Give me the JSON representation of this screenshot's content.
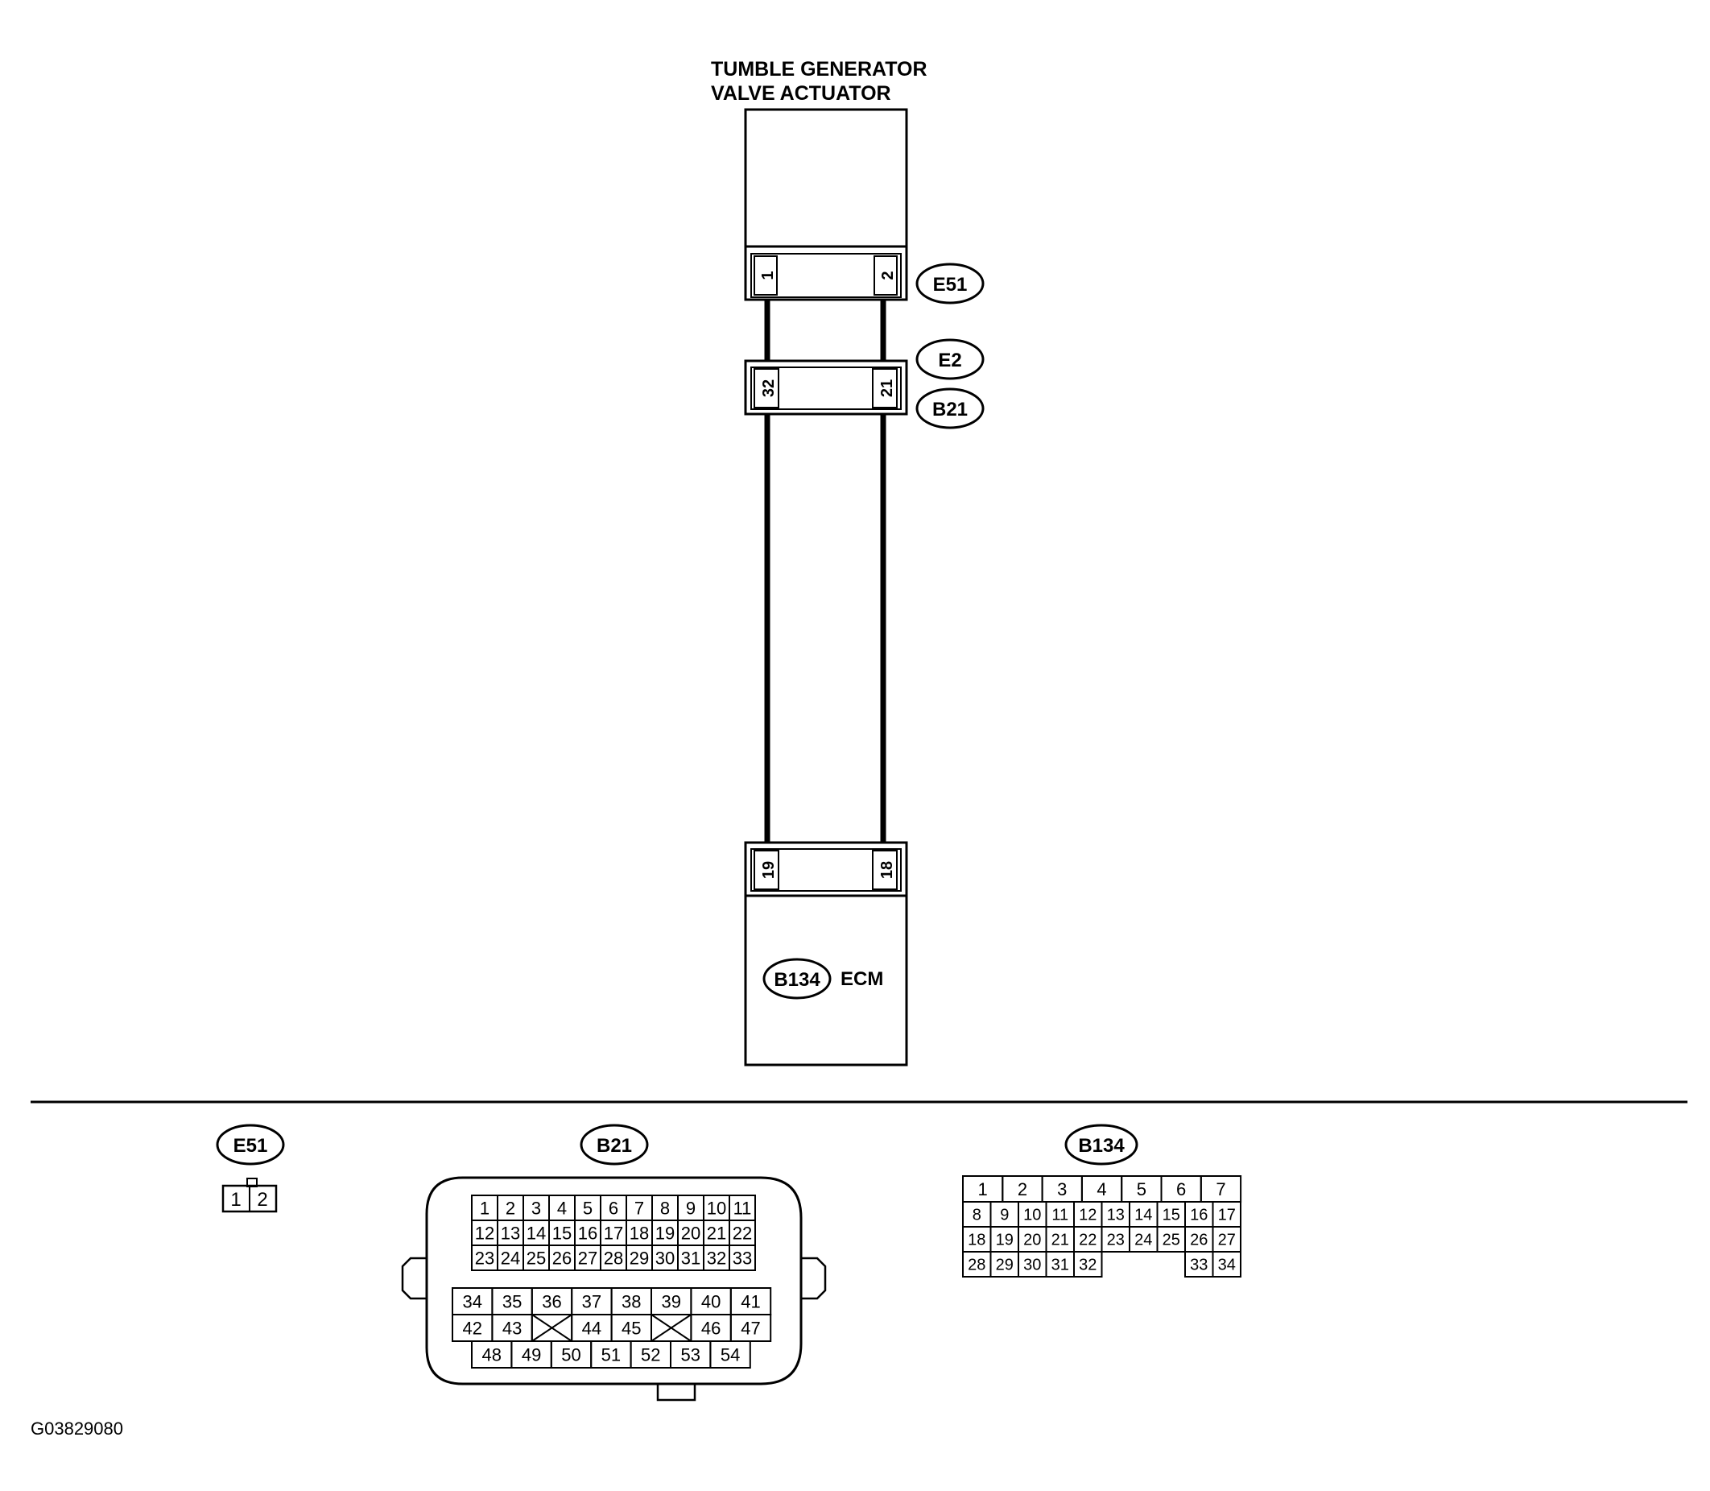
{
  "actuator": {
    "title_line1": "TUMBLE GENERATOR",
    "title_line2": "VALVE ACTUATOR"
  },
  "connectors": {
    "e51": {
      "id": "E51",
      "pin_left": "1",
      "pin_right": "2"
    },
    "e2": {
      "id": "E2"
    },
    "b21": {
      "id": "B21",
      "pin_left": "32",
      "pin_right": "21"
    },
    "b134": {
      "id": "B134",
      "pin_left": "19",
      "pin_right": "18"
    }
  },
  "ecm": {
    "label": "ECM"
  },
  "views": {
    "e51": {
      "id": "E51",
      "pins": [
        "1",
        "2"
      ]
    },
    "b21": {
      "id": "B21",
      "upper_rows": [
        [
          "1",
          "2",
          "3",
          "4",
          "5",
          "6",
          "7",
          "8",
          "9",
          "10",
          "11"
        ],
        [
          "12",
          "13",
          "14",
          "15",
          "16",
          "17",
          "18",
          "19",
          "20",
          "21",
          "22"
        ],
        [
          "23",
          "24",
          "25",
          "26",
          "27",
          "28",
          "29",
          "30",
          "31",
          "32",
          "33"
        ]
      ],
      "lower_rows": [
        [
          "34",
          "35",
          "36",
          "37",
          "38",
          "39",
          "40",
          "41"
        ],
        [
          "42",
          "43",
          "",
          "44",
          "45",
          "",
          "46",
          "47"
        ],
        [
          "48",
          "49",
          "50",
          "51",
          "52",
          "53",
          "54"
        ]
      ]
    },
    "b134": {
      "id": "B134",
      "row1": [
        "1",
        "2",
        "3",
        "4",
        "5",
        "6",
        "7"
      ],
      "rows": [
        [
          "8",
          "9",
          "10",
          "11",
          "12",
          "13",
          "14",
          "15",
          "16",
          "17"
        ],
        [
          "18",
          "19",
          "20",
          "21",
          "22",
          "23",
          "24",
          "25",
          "26",
          "27"
        ],
        [
          "28",
          "29",
          "30",
          "31",
          "32",
          "",
          "",
          "",
          "33",
          "34"
        ]
      ]
    }
  },
  "figure_code": "G03829080"
}
